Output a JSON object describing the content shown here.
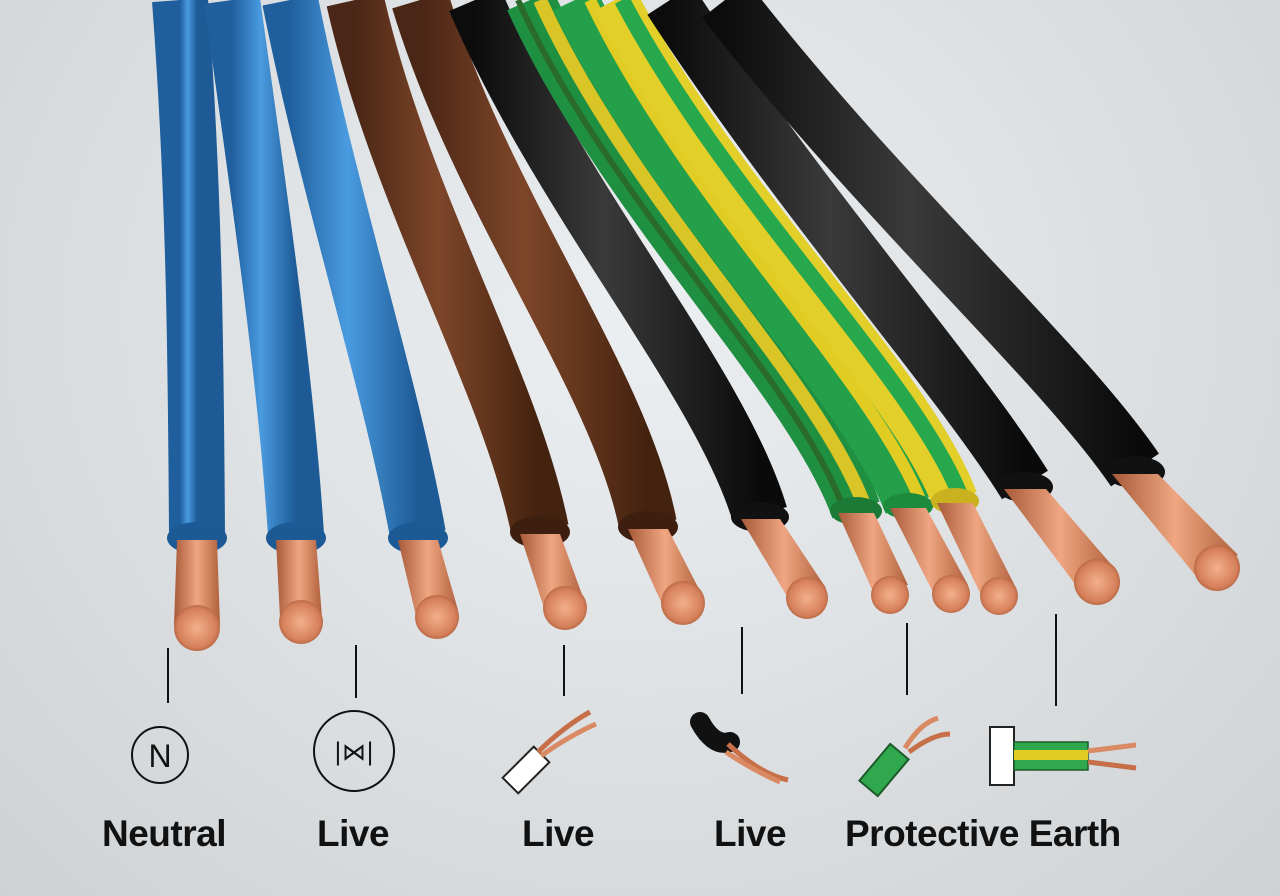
{
  "labels": {
    "neutral": "Neutral",
    "live_1": "Live",
    "live_2": "Live",
    "live_3": "Live",
    "protective_earth": "Protective Earth"
  },
  "icons": {
    "neutral_symbol": "N",
    "live_symbol": "|⋈|"
  },
  "colors": {
    "blue_insulation": "#2f7fcc",
    "brown_insulation": "#6b3a22",
    "black_insulation": "#1c1c1c",
    "green_stripe": "#22a24a",
    "yellow_stripe": "#d8c21e",
    "copper": "#d98a62"
  }
}
